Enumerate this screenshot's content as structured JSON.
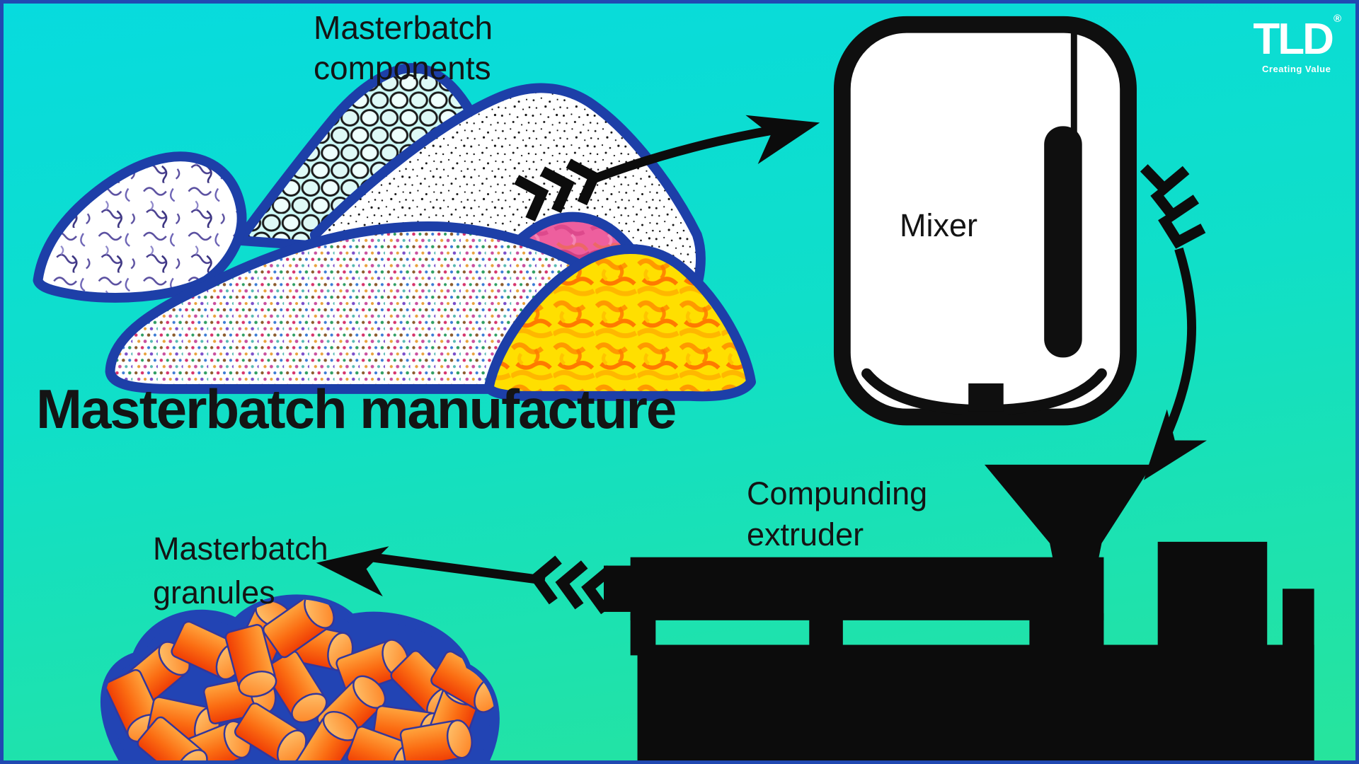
{
  "page": {
    "title": "Masterbatch manufacture"
  },
  "labels": {
    "components": {
      "line1": "Masterbatch",
      "line2": "components"
    },
    "mixer": "Mixer",
    "extruder": {
      "line1": "Compunding",
      "line2": "extruder"
    },
    "granules": {
      "line1": "Masterbatch",
      "line2": "granules"
    }
  },
  "logo": {
    "text": "TLD",
    "registered": "®",
    "tagline": "Creating Value"
  },
  "process_steps": [
    "Masterbatch components",
    "Mixer",
    "Compunding extruder",
    "Masterbatch granules"
  ],
  "icons": {
    "arrow_components_to_mixer": "curved-arrow-right-with-fletching",
    "arrow_mixer_to_extruder": "curved-arrow-down-with-fletching",
    "arrow_extruder_to_granules": "arrow-left-with-fletching"
  },
  "colors": {
    "background_top": "#07dbde",
    "background_bottom": "#27e49c",
    "frame_border": "#2149b2",
    "pile_outline": "#1d3fa8",
    "silhouette_black": "#0c0c0c",
    "mixer_fill": "#ffffff",
    "granule_orange": "#fb6c12",
    "granule_blob_blue": "#2244b4",
    "pink_pile": "#ee5f9e",
    "yellow_pile": "#ffdf00",
    "logo_white": "#ffffff"
  }
}
